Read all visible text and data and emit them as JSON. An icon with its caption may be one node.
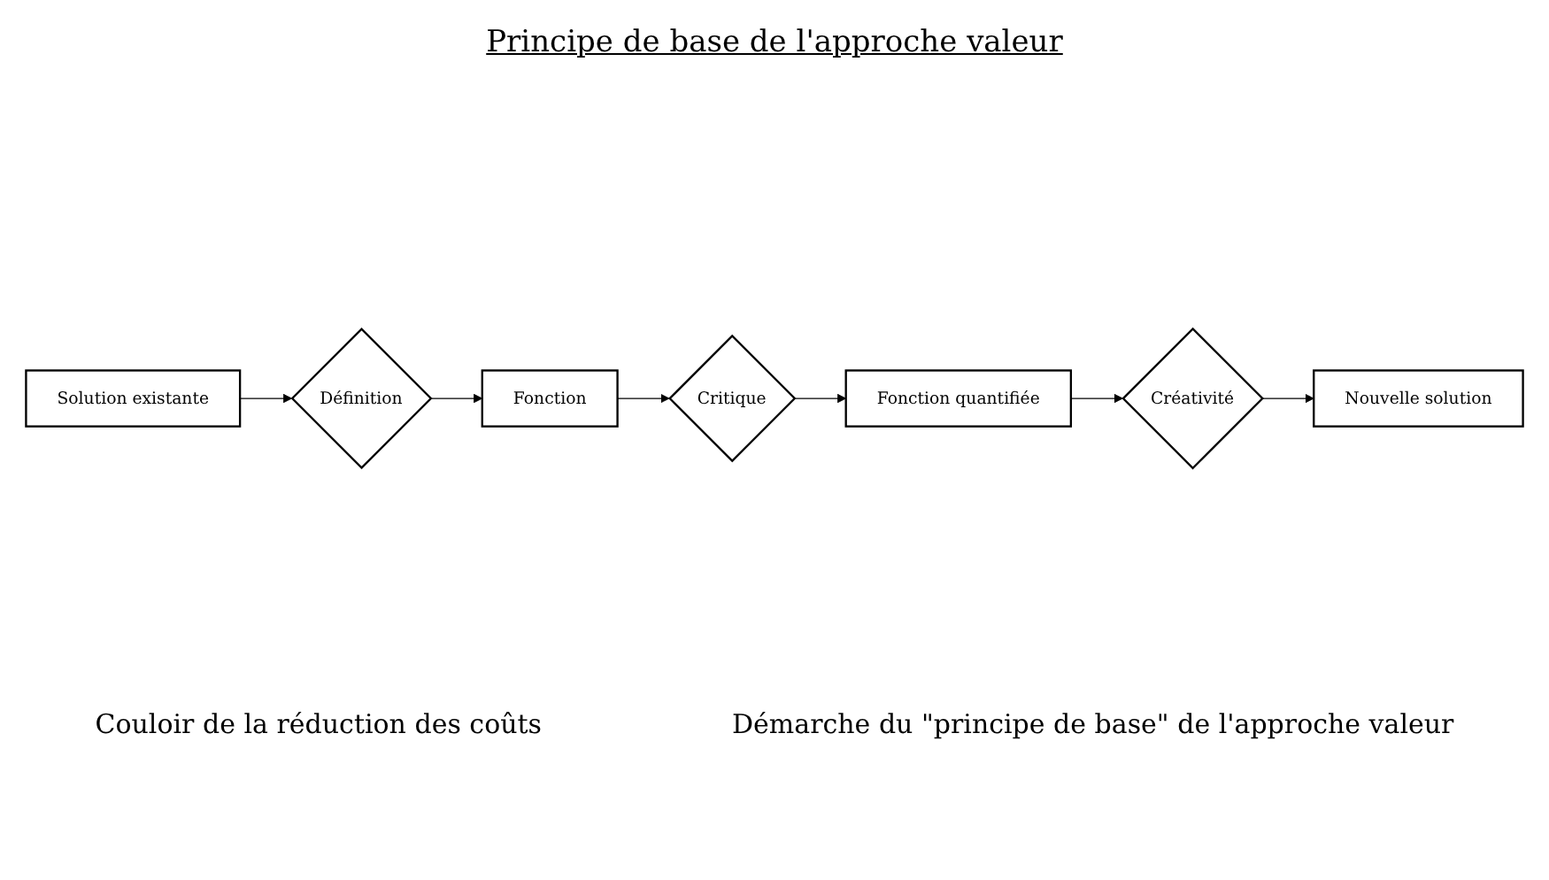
{
  "diagram": {
    "title": "Principe de base de l'approche valeur",
    "nodes": [
      {
        "text": [
          "Solution existante"
        ]
      },
      {
        "text": [
          "Définition"
        ]
      },
      {
        "text": [
          "Fonction"
        ]
      },
      {
        "text": [
          "Critique"
        ]
      },
      {
        "text": [
          "Fonction quantifiée"
        ]
      },
      {
        "text": [
          "Créativité"
        ]
      },
      {
        "text": [
          "Nouvelle solution"
        ]
      }
    ],
    "edges": [
      {
        "from": 0,
        "to": 1,
        "arrow": "to"
      },
      {
        "from": 1,
        "to": 2,
        "arrow": "to"
      },
      {
        "from": 2,
        "to": 3,
        "arrow": "to"
      },
      {
        "from": 3,
        "to": 4,
        "arrow": "to"
      },
      {
        "from": 4,
        "to": 5,
        "arrow": "to"
      },
      {
        "from": 5,
        "to": 6,
        "arrow": "to"
      }
    ],
    "labels": [
      "Couloir de la réduction des coûts",
      "Démarche du \"principe de base\" de l'approche valeur"
    ]
  }
}
